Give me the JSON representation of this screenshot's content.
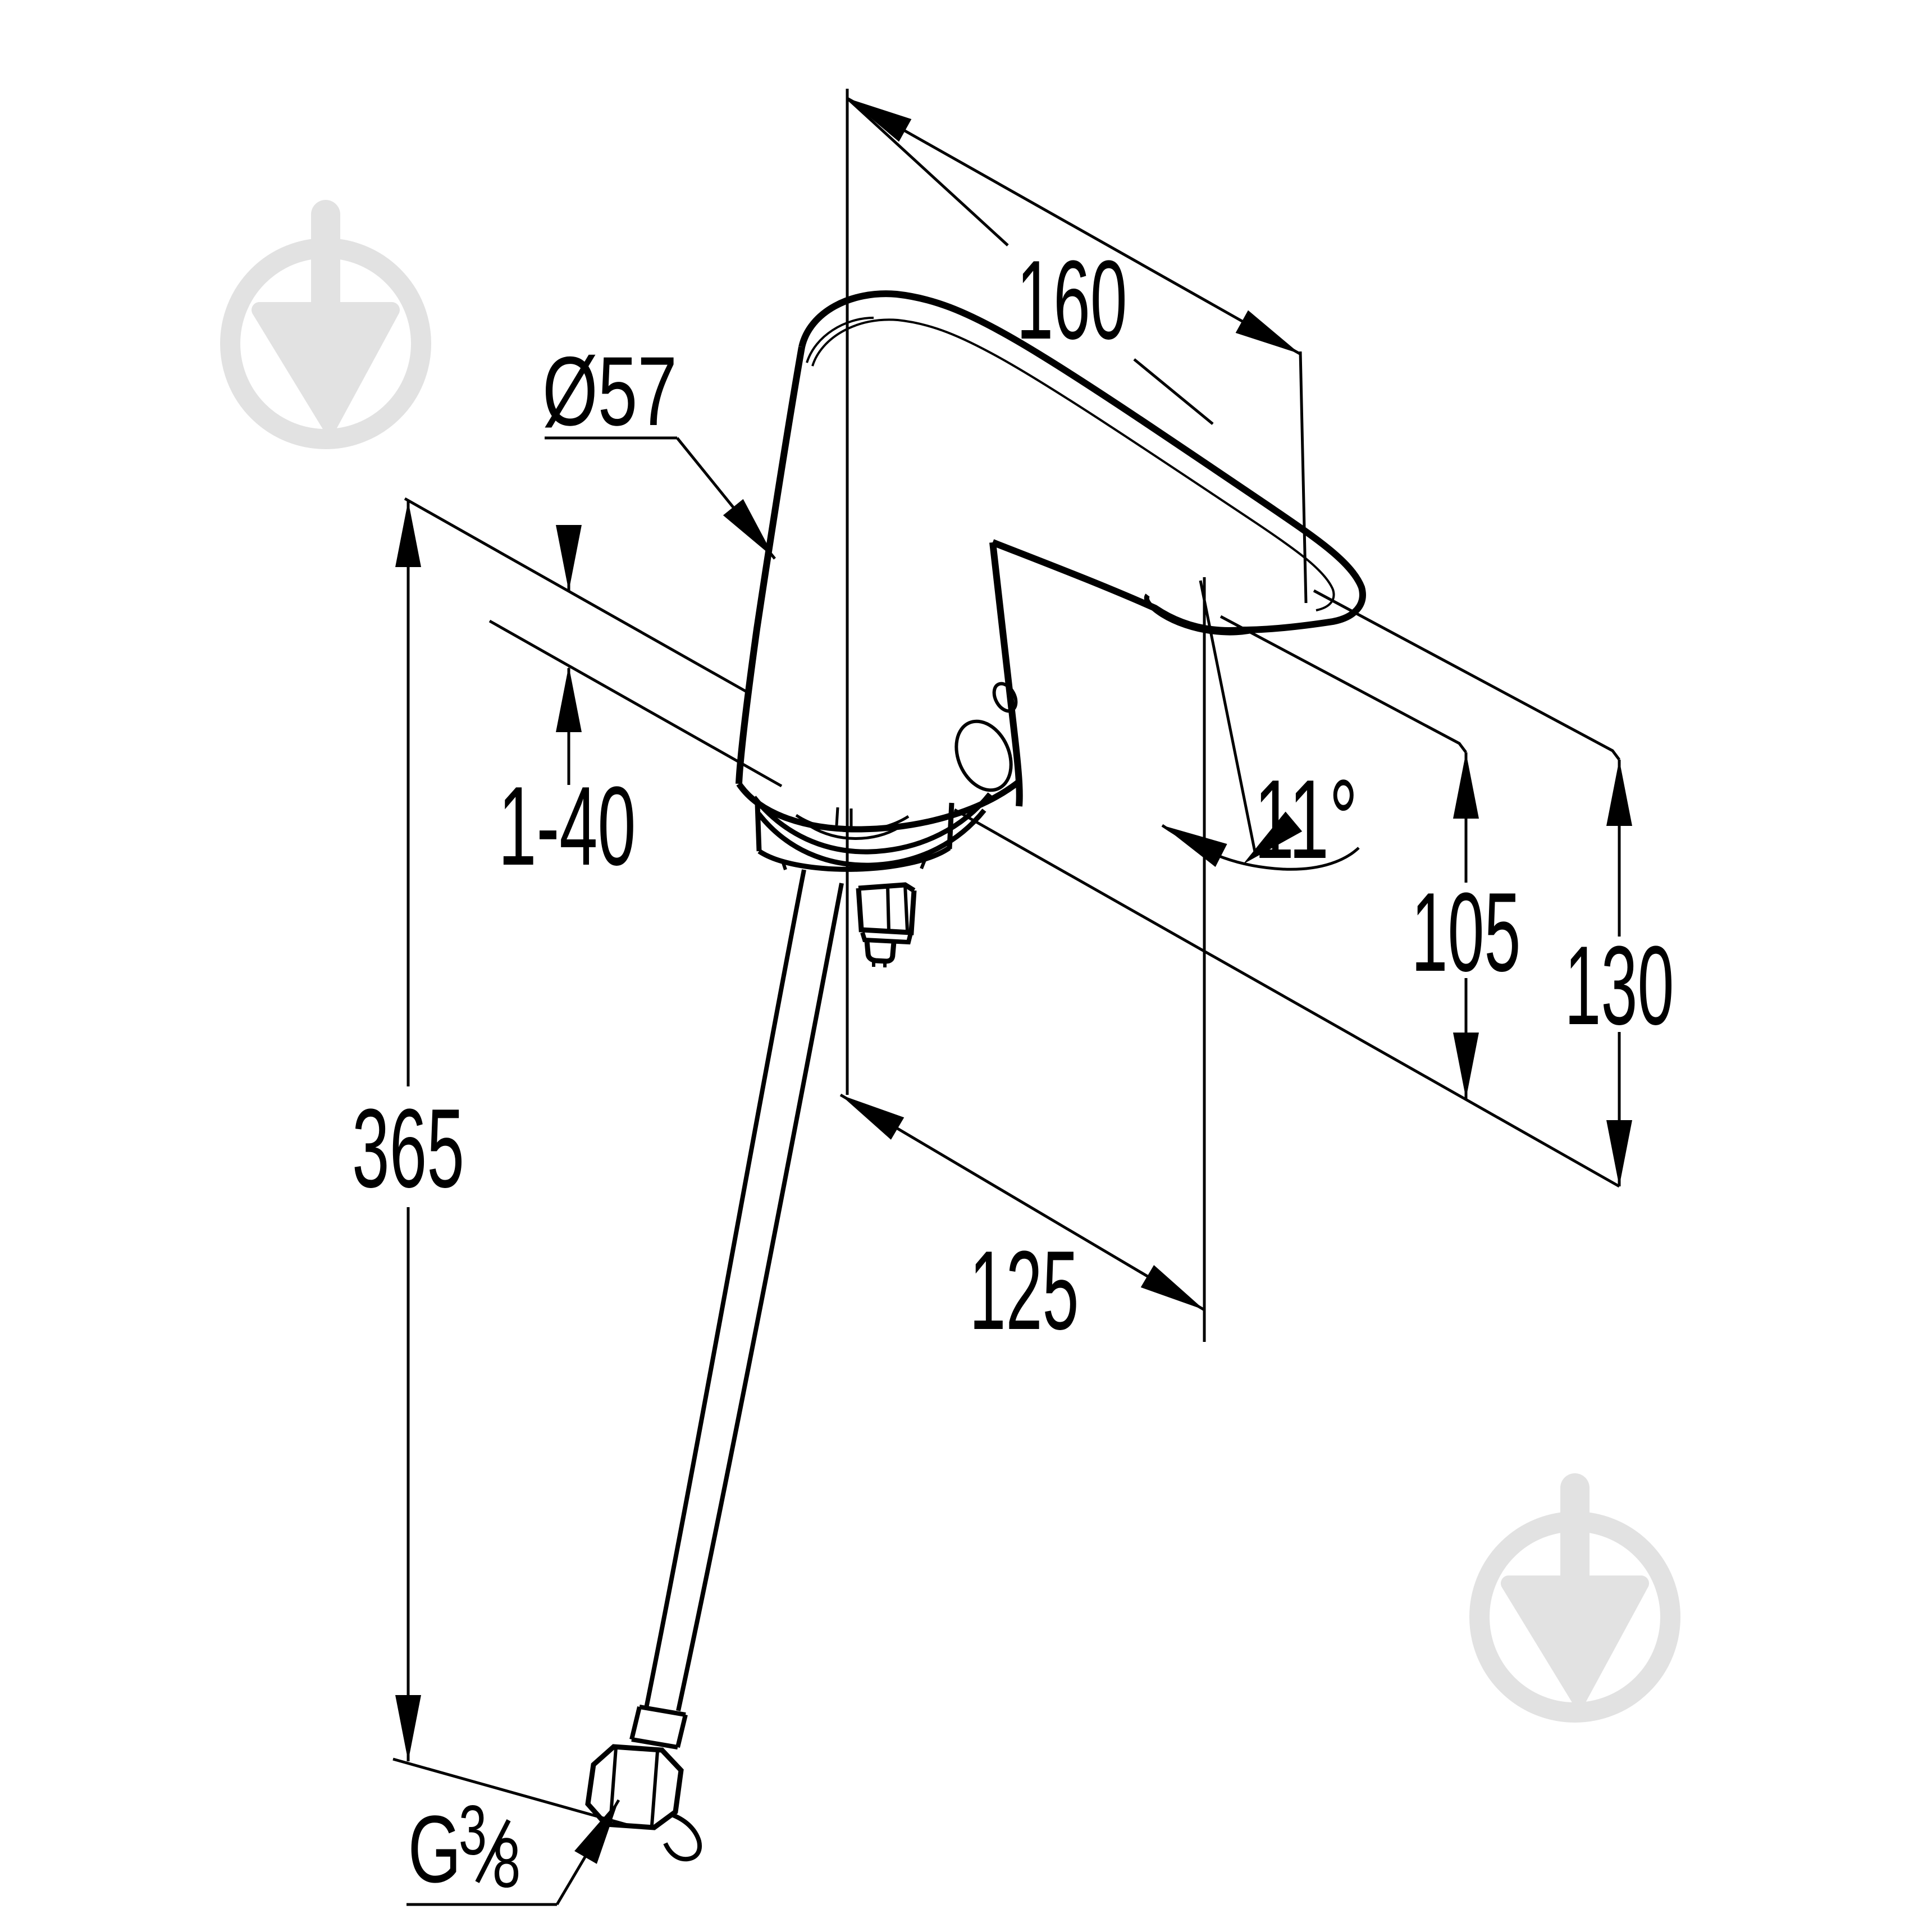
{
  "diagram": {
    "type": "technical-dimension-drawing",
    "subject": "sensor basin tap with flexible supply hose",
    "background_color": "#ffffff",
    "line_color": "#000000",
    "watermark": {
      "icon": "trowel-circle-icon",
      "color": "#e2e2e2"
    },
    "dimensions": {
      "spout_reach": "160",
      "body_diameter": "Ø57",
      "mounting_thickness": "1-40",
      "spout_angle": "11°",
      "outlet_height": "105",
      "overall_height": "130",
      "hose_length": "365",
      "outlet_offset": "125",
      "thread_letter": "G",
      "thread_numerator": "3",
      "thread_denominator": "8"
    }
  }
}
